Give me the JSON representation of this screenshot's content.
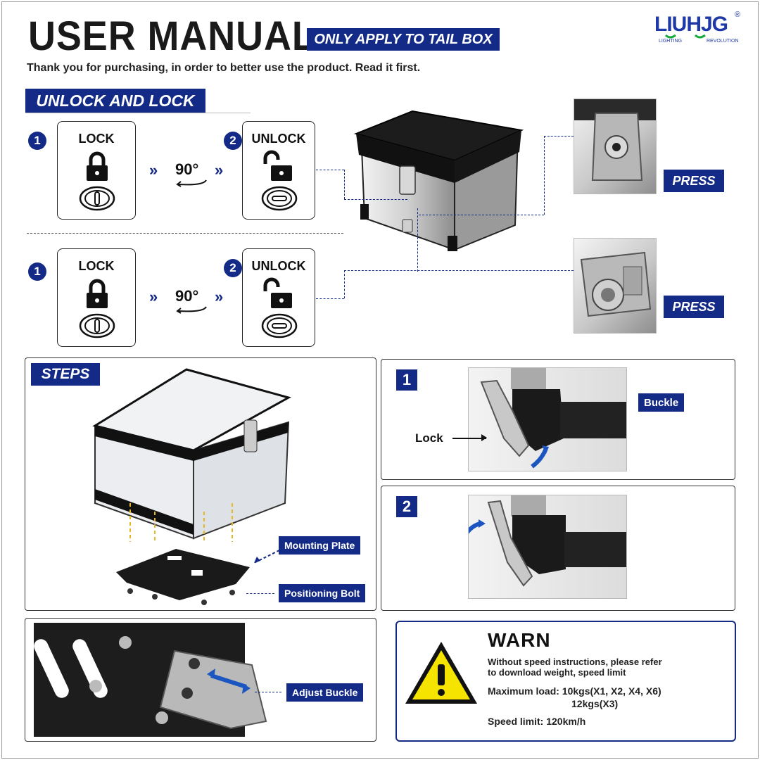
{
  "header": {
    "title": "USER MANUAL",
    "subtitle_tag": "ONLY APPLY TO TAIL BOX",
    "intro": "Thank you for purchasing, in order to better use the product. Read it first.",
    "logo": {
      "brand": "LIUHJG",
      "tagline_left": "LIGHTING",
      "tagline_right": "REVOLUTION",
      "registered": "®"
    }
  },
  "unlock_lock": {
    "section_title": "UNLOCK AND LOCK",
    "rows": [
      {
        "step1": "1",
        "lock_label": "LOCK",
        "angle": "90°",
        "step2": "2",
        "unlock_label": "UNLOCK",
        "press": "PRESS"
      },
      {
        "step1": "1",
        "lock_label": "LOCK",
        "angle": "90°",
        "step2": "2",
        "unlock_label": "UNLOCK",
        "press": "PRESS"
      }
    ]
  },
  "steps": {
    "section_title": "STEPS",
    "mounting_plate": "Mounting Plate",
    "positioning_bolt": "Positioning Bolt",
    "step1": {
      "number": "1",
      "buckle": "Buckle",
      "lock": "Lock"
    },
    "step2": {
      "number": "2"
    }
  },
  "adjust": {
    "label": "Adjust Buckle"
  },
  "warn": {
    "title": "WARN",
    "line1": "Without speed instructions, please refer",
    "line2": "to download weight, speed limit",
    "load_line1": "Maximum load: 10kgs(X1, X2, X4, X6)",
    "load_line2": "12kgs(X3)",
    "speed": "Speed limit: 120km/h"
  },
  "colors": {
    "accent": "#132a86",
    "warn_yellow": "#f5e400"
  }
}
